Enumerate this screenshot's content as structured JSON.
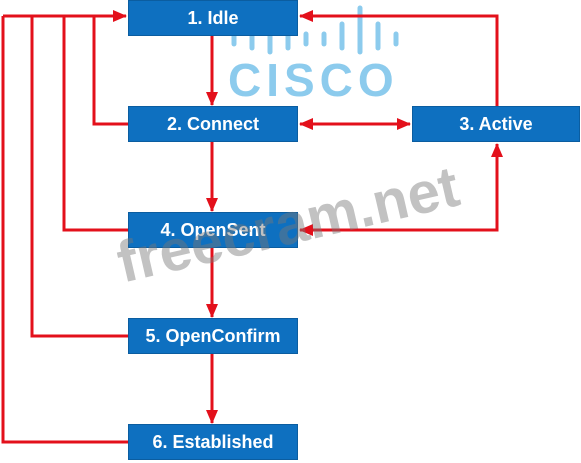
{
  "states": {
    "idle": "1. Idle",
    "connect": "2. Connect",
    "active": "3. Active",
    "opensent": "4. OpenSent",
    "openconfirm": "5. OpenConfirm",
    "established": "6. Established"
  },
  "watermarks": {
    "brand": "CISCO",
    "site": "freecram.net"
  },
  "colors": {
    "box": "#0e70c0",
    "arrow": "#e3101b",
    "brand_watermark": "#008cd7"
  }
}
